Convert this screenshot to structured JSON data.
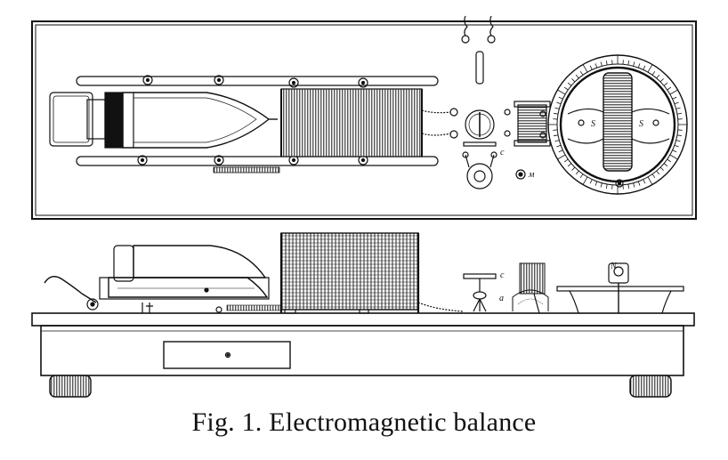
{
  "caption": "Fig. 1. Electromagnetic balance",
  "labels": {
    "c_top": "c",
    "m_top": "м",
    "s_left": "S",
    "s_right": "S",
    "c_side": "c",
    "a_side": "a",
    "n_side": "N"
  },
  "colors": {
    "ink": "#111111",
    "paper": "#ffffff"
  }
}
